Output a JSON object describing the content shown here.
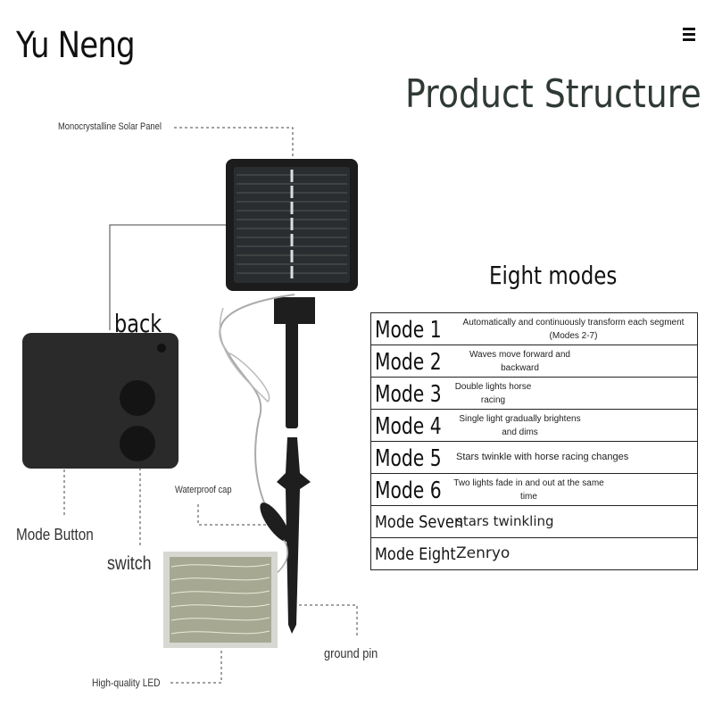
{
  "brand": "Yu Neng",
  "title": "Product Structure",
  "labels": {
    "solar_panel": "Monocrystalline Solar Panel",
    "back": "back",
    "mode_button": "Mode Button",
    "switch": "switch",
    "waterproof_cap": "Waterproof cap",
    "ground_pin": "ground pin",
    "led": "High-quality LED"
  },
  "modes_heading": "Eight modes",
  "modes": [
    {
      "name": "Mode 1",
      "desc": "Automatically and continuously transform each segment (Modes 2-7)"
    },
    {
      "name": "Mode 2",
      "desc": "Waves move forward and backward"
    },
    {
      "name": "Mode 3",
      "desc": "Double lights horse racing"
    },
    {
      "name": "Mode 4",
      "desc": "Single light gradually brightens and dims"
    },
    {
      "name": "Mode 5",
      "desc": "Stars twinkle with horse racing changes"
    },
    {
      "name": "Mode 6",
      "desc": "Two lights fade in and out at the same time"
    },
    {
      "name": "Mode Seven",
      "desc": "stars twinkling"
    },
    {
      "name": "Mode Eight",
      "desc": "Zenryo"
    }
  ],
  "icons": {
    "menu": "menu-icon"
  }
}
